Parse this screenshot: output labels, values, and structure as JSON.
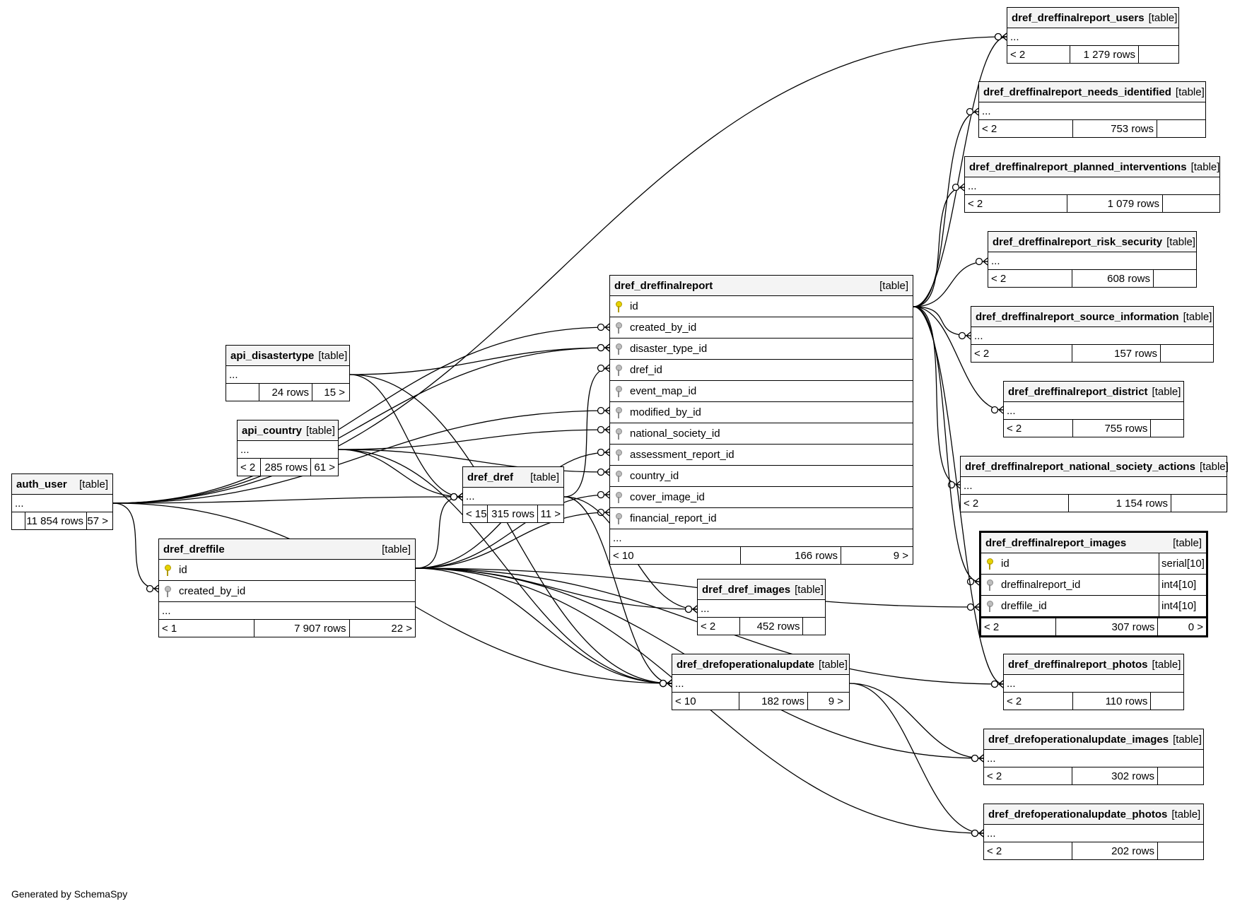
{
  "credit": "Generated by SchemaSpy",
  "tables": {
    "auth_user": {
      "name": "auth_user",
      "type": "[table]",
      "more": "...",
      "parents": "",
      "rows": "11 854 rows",
      "children": "57 >"
    },
    "api_disastertype": {
      "name": "api_disastertype",
      "type": "[table]",
      "more": "...",
      "parents": "",
      "rows": "24 rows",
      "children": "15 >"
    },
    "api_country": {
      "name": "api_country",
      "type": "[table]",
      "more": "...",
      "parents": "< 2",
      "rows": "285 rows",
      "children": "61 >"
    },
    "dref_dref": {
      "name": "dref_dref",
      "type": "[table]",
      "more": "...",
      "parents": "< 15",
      "rows": "315 rows",
      "children": "11 >"
    },
    "dref_dreffile": {
      "name": "dref_dreffile",
      "type": "[table]",
      "more": "...",
      "parents": "< 1",
      "rows": "7 907 rows",
      "children": "22 >",
      "columns": [
        {
          "name": "id",
          "key": "pk"
        },
        {
          "name": "created_by_id",
          "key": "fk"
        }
      ]
    },
    "dref_dreffinalreport": {
      "name": "dref_dreffinalreport",
      "type": "[table]",
      "more": "...",
      "parents": "< 10",
      "rows": "166 rows",
      "children": "9 >",
      "columns": [
        {
          "name": "id",
          "key": "pk"
        },
        {
          "name": "created_by_id",
          "key": "fk"
        },
        {
          "name": "disaster_type_id",
          "key": "fk"
        },
        {
          "name": "dref_id",
          "key": "fk"
        },
        {
          "name": "event_map_id",
          "key": "fk"
        },
        {
          "name": "modified_by_id",
          "key": "fk"
        },
        {
          "name": "national_society_id",
          "key": "fk"
        },
        {
          "name": "assessment_report_id",
          "key": "fk"
        },
        {
          "name": "country_id",
          "key": "fk"
        },
        {
          "name": "cover_image_id",
          "key": "fk"
        },
        {
          "name": "financial_report_id",
          "key": "fk"
        }
      ]
    },
    "dref_dref_images": {
      "name": "dref_dref_images",
      "type": "[table]",
      "more": "...",
      "parents": "< 2",
      "rows": "452 rows",
      "children": ""
    },
    "dref_drefoperationalupdate": {
      "name": "dref_drefoperationalupdate",
      "type": "[table]",
      "more": "...",
      "parents": "< 10",
      "rows": "182 rows",
      "children": "9 >"
    },
    "dref_dreffinalreport_users": {
      "name": "dref_dreffinalreport_users",
      "type": "[table]",
      "more": "...",
      "parents": "< 2",
      "rows": "1 279 rows",
      "children": ""
    },
    "dref_dreffinalreport_needs_identified": {
      "name": "dref_dreffinalreport_needs_identified",
      "type": "[table]",
      "more": "...",
      "parents": "< 2",
      "rows": "753 rows",
      "children": ""
    },
    "dref_dreffinalreport_planned_interventions": {
      "name": "dref_dreffinalreport_planned_interventions",
      "type": "[table]",
      "more": "...",
      "parents": "< 2",
      "rows": "1 079 rows",
      "children": ""
    },
    "dref_dreffinalreport_risk_security": {
      "name": "dref_dreffinalreport_risk_security",
      "type": "[table]",
      "more": "...",
      "parents": "< 2",
      "rows": "608 rows",
      "children": ""
    },
    "dref_dreffinalreport_source_information": {
      "name": "dref_dreffinalreport_source_information",
      "type": "[table]",
      "more": "...",
      "parents": "< 2",
      "rows": "157 rows",
      "children": ""
    },
    "dref_dreffinalreport_district": {
      "name": "dref_dreffinalreport_district",
      "type": "[table]",
      "more": "...",
      "parents": "< 2",
      "rows": "755 rows",
      "children": ""
    },
    "dref_dreffinalreport_national_society_actions": {
      "name": "dref_dreffinalreport_national_society_actions",
      "type": "[table]",
      "more": "...",
      "parents": "< 2",
      "rows": "1 154 rows",
      "children": ""
    },
    "dref_dreffinalreport_images": {
      "name": "dref_dreffinalreport_images",
      "type": "[table]",
      "parents": "< 2",
      "rows": "307 rows",
      "children": "0 >",
      "columns": [
        {
          "name": "id",
          "key": "pk",
          "dtype": "serial[10]"
        },
        {
          "name": "dreffinalreport_id",
          "key": "fk",
          "dtype": "int4[10]"
        },
        {
          "name": "dreffile_id",
          "key": "fk",
          "dtype": "int4[10]"
        }
      ]
    },
    "dref_dreffinalreport_photos": {
      "name": "dref_dreffinalreport_photos",
      "type": "[table]",
      "more": "...",
      "parents": "< 2",
      "rows": "110 rows",
      "children": ""
    },
    "dref_drefoperationalupdate_images": {
      "name": "dref_drefoperationalupdate_images",
      "type": "[table]",
      "more": "...",
      "parents": "< 2",
      "rows": "302 rows",
      "children": ""
    },
    "dref_drefoperationalupdate_photos": {
      "name": "dref_drefoperationalupdate_photos",
      "type": "[table]",
      "more": "...",
      "parents": "< 2",
      "rows": "202 rows",
      "children": ""
    }
  }
}
